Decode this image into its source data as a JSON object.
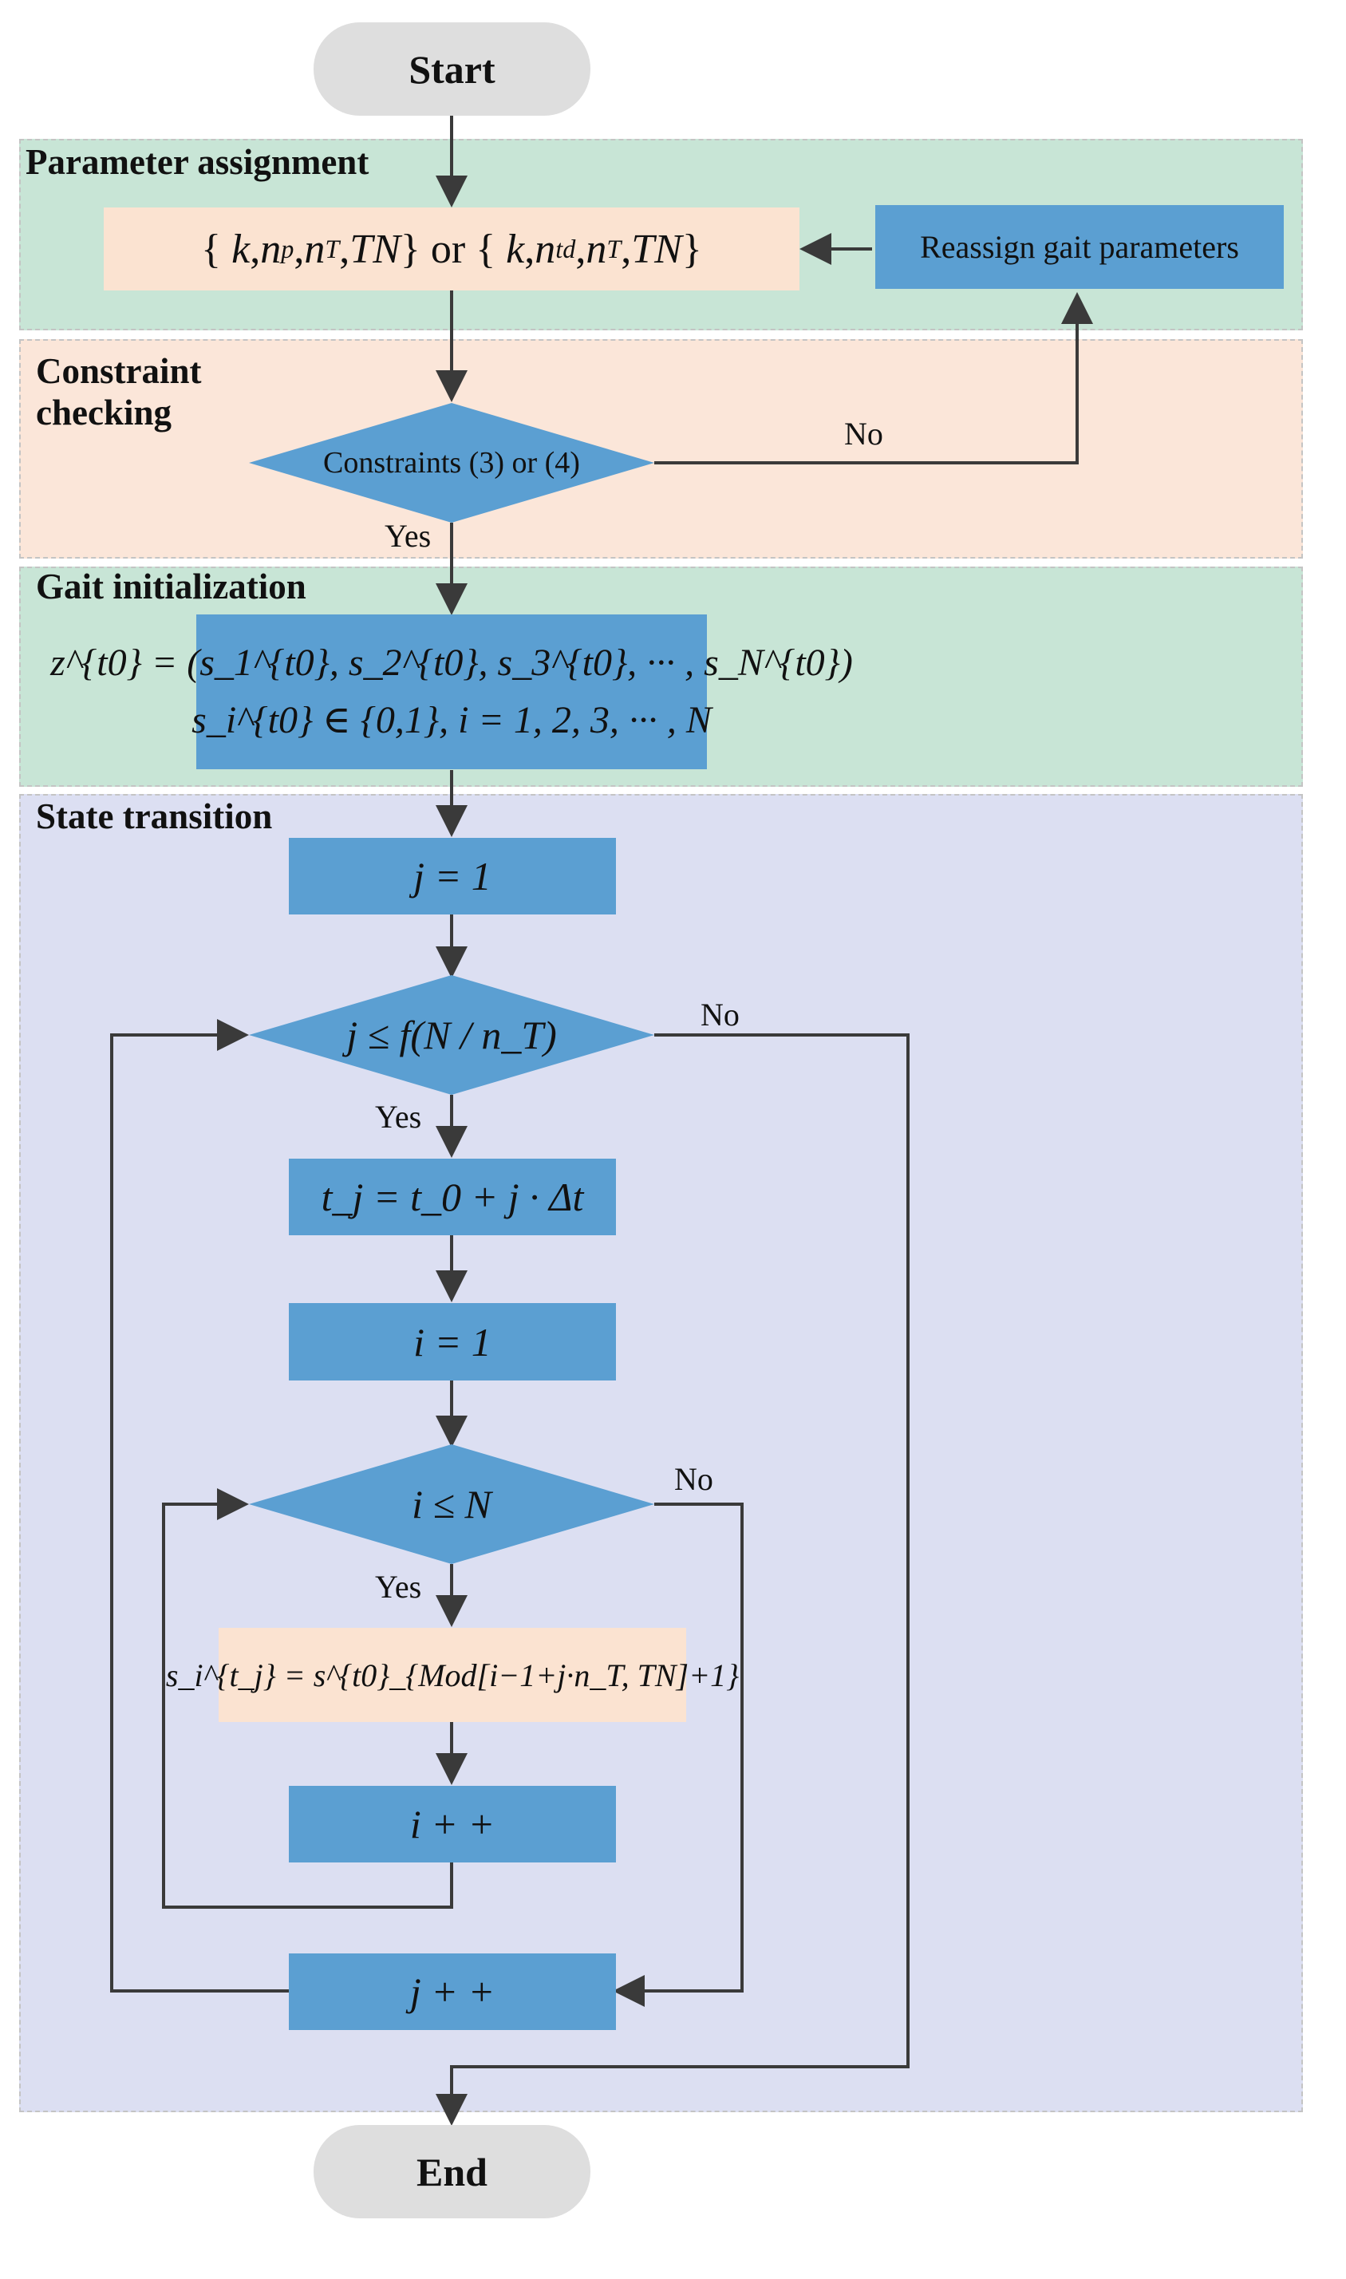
{
  "nodes": {
    "start": "Start",
    "end": "End",
    "reassign": "Reassign gait parameters",
    "constraints": "Constraints (3) or (4)",
    "param_set": {
      "part1": "{",
      "k": "k",
      "comma1": ",",
      "n1": "n",
      "p": "p",
      "comma2": ",",
      "n2": "n",
      "T": "T",
      "comma3": ",",
      "TN": "TN",
      "close": "}",
      "or": "or",
      "part2": "{",
      "k2": "k",
      "comma4": ",",
      "n3": "n",
      "td": "td",
      "comma5": ",",
      "n4": "n",
      "T2": "T",
      "comma6": ",",
      "TN2": "TN",
      "close2": "}"
    },
    "init_line1": "z^{t0} = (s_1^{t0}, s_2^{t0}, s_3^{t0}, ··· , s_N^{t0})",
    "init_line2": "s_i^{t0} ∈ {0,1}, i = 1, 2, 3, ··· , N",
    "j_init": "j = 1",
    "j_cond": "j ≤ f(N / n_T)",
    "t_update": "t_j = t_0 + j · Δt",
    "i_init": "i = 1",
    "i_cond": "i ≤ N",
    "s_update": "s_i^{t_j} = s^{t0}_{Mod[i−1+j·n_T, TN]+1}",
    "i_inc": "i + +",
    "j_inc": "j + +"
  },
  "sections": {
    "param": "Parameter assignment",
    "constraint": "Constraint\nchecking",
    "init": "Gait initialization",
    "transition": "State transition"
  },
  "edge_labels": {
    "no": "No",
    "yes": "Yes"
  },
  "colors": {
    "green_band": "#c8e5d6",
    "peach_band": "#fbe6d9",
    "lavender_band": "#dcdff2",
    "blue_node": "#5b9fd2",
    "peach_node": "#fbe3d1",
    "pill": "#dedede",
    "arrow": "#3a3a3a"
  }
}
